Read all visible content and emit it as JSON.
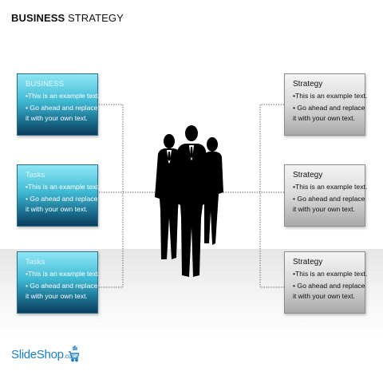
{
  "slide": {
    "title_bold": "BUSINESS",
    "title_rest": " STRATEGY",
    "left_boxes": [
      {
        "heading": "BUSINESS",
        "line1": "•This is an example text.",
        "line2": "• Go ahead and replace",
        "line3": "it with your own text."
      },
      {
        "heading": "Tasks",
        "line1": "•This is an example text.",
        "line2": "• Go ahead and replace",
        "line3": "it with your own text."
      },
      {
        "heading": "Tasks",
        "line1": "•This is an example text.",
        "line2": "• Go ahead and replace",
        "line3": "it with your own text."
      }
    ],
    "right_boxes": [
      {
        "heading": "Strategy",
        "line1": "•This is an example text.",
        "line2": "• Go ahead and replace",
        "line3": "it with your own text."
      },
      {
        "heading": "Strategy",
        "line1": "•This is an example text.",
        "line2": "• Go ahead and replace",
        "line3": "it with your own text."
      },
      {
        "heading": "Strategy",
        "line1": "•This is an example text.",
        "line2": "• Go ahead and replace",
        "line3": "it with your own text."
      }
    ],
    "center_image": "business-team-silhouette",
    "colors": {
      "left_box": "#1a6d8e",
      "right_box": "#d9d9d9",
      "logo": "#1a7ec9"
    }
  },
  "footer": {
    "logo_main": "SlideShop",
    "logo_suffix": ".com",
    "logo_icon": "cart-icon"
  }
}
